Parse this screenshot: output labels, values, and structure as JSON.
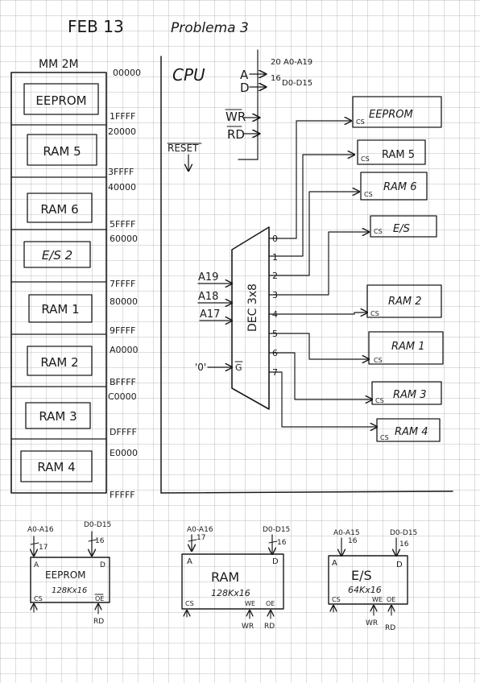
{
  "header": {
    "date": "FEB 13",
    "problem": "Problema 3"
  },
  "memory_map": {
    "title": "MM 2M",
    "blocks": [
      {
        "label": "EEPROM"
      },
      {
        "label": "RAM 5"
      },
      {
        "label": "RAM 6"
      },
      {
        "label": "E/S 2"
      },
      {
        "label": "RAM 1"
      },
      {
        "label": "RAM 2"
      },
      {
        "label": "RAM 3"
      },
      {
        "label": "RAM 4"
      }
    ],
    "addresses": [
      "00000",
      "1FFFF",
      "20000",
      "3FFFF",
      "40000",
      "5FFFF",
      "60000",
      "7FFFF",
      "80000",
      "9FFFF",
      "A0000",
      "BFFFF",
      "C0000",
      "DFFFF",
      "E0000",
      "FFFFF"
    ]
  },
  "cpu": {
    "label": "CPU",
    "pins": [
      "A",
      "D",
      "WR",
      "RD"
    ],
    "addr_bus": "20",
    "addr_range": "A0-A19",
    "data_bus": "16",
    "data_range": "D0-D15",
    "reset": "RESET"
  },
  "decoder": {
    "label": "DEC 3x8",
    "inputs": [
      "A19",
      "A18",
      "A17"
    ],
    "enable_signal": "'0'",
    "enable_pin": "G",
    "outputs": [
      "0",
      "1",
      "2",
      "3",
      "4",
      "5",
      "6",
      "7"
    ]
  },
  "chips": [
    {
      "label": "EEPROM",
      "cs": "CS"
    },
    {
      "label": "RAM 5",
      "cs": "CS"
    },
    {
      "label": "RAM 6",
      "cs": "CS"
    },
    {
      "label": "E/S",
      "cs": "CS"
    },
    {
      "label": "RAM 2",
      "cs": "CS"
    },
    {
      "label": "RAM 1",
      "cs": "CS"
    },
    {
      "label": "RAM 3",
      "cs": "CS"
    },
    {
      "label": "RAM 4",
      "cs": "CS"
    }
  ],
  "details": {
    "eeprom": {
      "name": "EEPROM",
      "size": "128Kx16",
      "addr": "A0-A16",
      "addr_bits": "17",
      "data": "D0-D15",
      "data_bits": "16",
      "pin_a": "A",
      "pin_d": "D",
      "cs": "CS",
      "oe": "OE",
      "rd": "RD"
    },
    "ram": {
      "name": "RAM",
      "size": "128Kx16",
      "addr": "A0-A16",
      "addr_bits": "17",
      "data": "D0-D15",
      "data_bits": "16",
      "pin_a": "A",
      "pin_d": "D",
      "cs": "CS",
      "we": "WE",
      "oe": "OE",
      "wr": "WR",
      "rd": "RD"
    },
    "es": {
      "name": "E/S",
      "size": "64Kx16",
      "addr": "A0-A15",
      "addr_bits": "16",
      "data": "D0-D15",
      "data_bits": "16",
      "pin_a": "A",
      "pin_d": "D",
      "cs": "CS",
      "we": "WE",
      "oe": "OE",
      "wr": "WR",
      "rd": "RD"
    }
  }
}
